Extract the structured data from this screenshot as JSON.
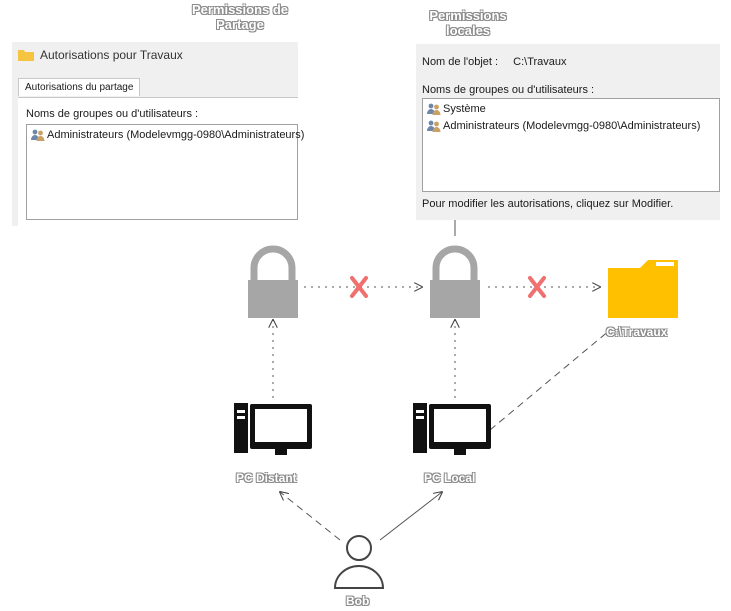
{
  "titles": {
    "share": "Permissions de\nPartage",
    "local": "Permissions\nlocales"
  },
  "share_window": {
    "folder_title": "Autorisations pour Travaux",
    "tab_label": "Autorisations du partage",
    "groups_label": "Noms de groupes ou d'utilisateurs :",
    "items": [
      "Administrateurs (Modelevmgg-0980\\Administrateurs)"
    ]
  },
  "local_window": {
    "object_label": "Nom de l'objet :",
    "object_value": "C:\\Travaux",
    "groups_label": "Noms de groupes ou d'utilisateurs :",
    "items": [
      "Système",
      "Administrateurs (Modelevmgg-0980\\Administrateurs)"
    ],
    "modify_hint": "Pour modifier les autorisations, cliquez sur Modifier."
  },
  "nodes": {
    "pc_remote": "PC Distant",
    "pc_local": "PC Local",
    "folder": "C:\\Travaux",
    "user": "Bob"
  },
  "colors": {
    "lock": "#a6a6a6",
    "deny": "#f07070",
    "folder": "#ffc000",
    "line": "#555555"
  },
  "icons": [
    "folder-icon",
    "users-icon",
    "lock-icon",
    "deny-cross-icon",
    "computer-icon",
    "user-icon"
  ]
}
